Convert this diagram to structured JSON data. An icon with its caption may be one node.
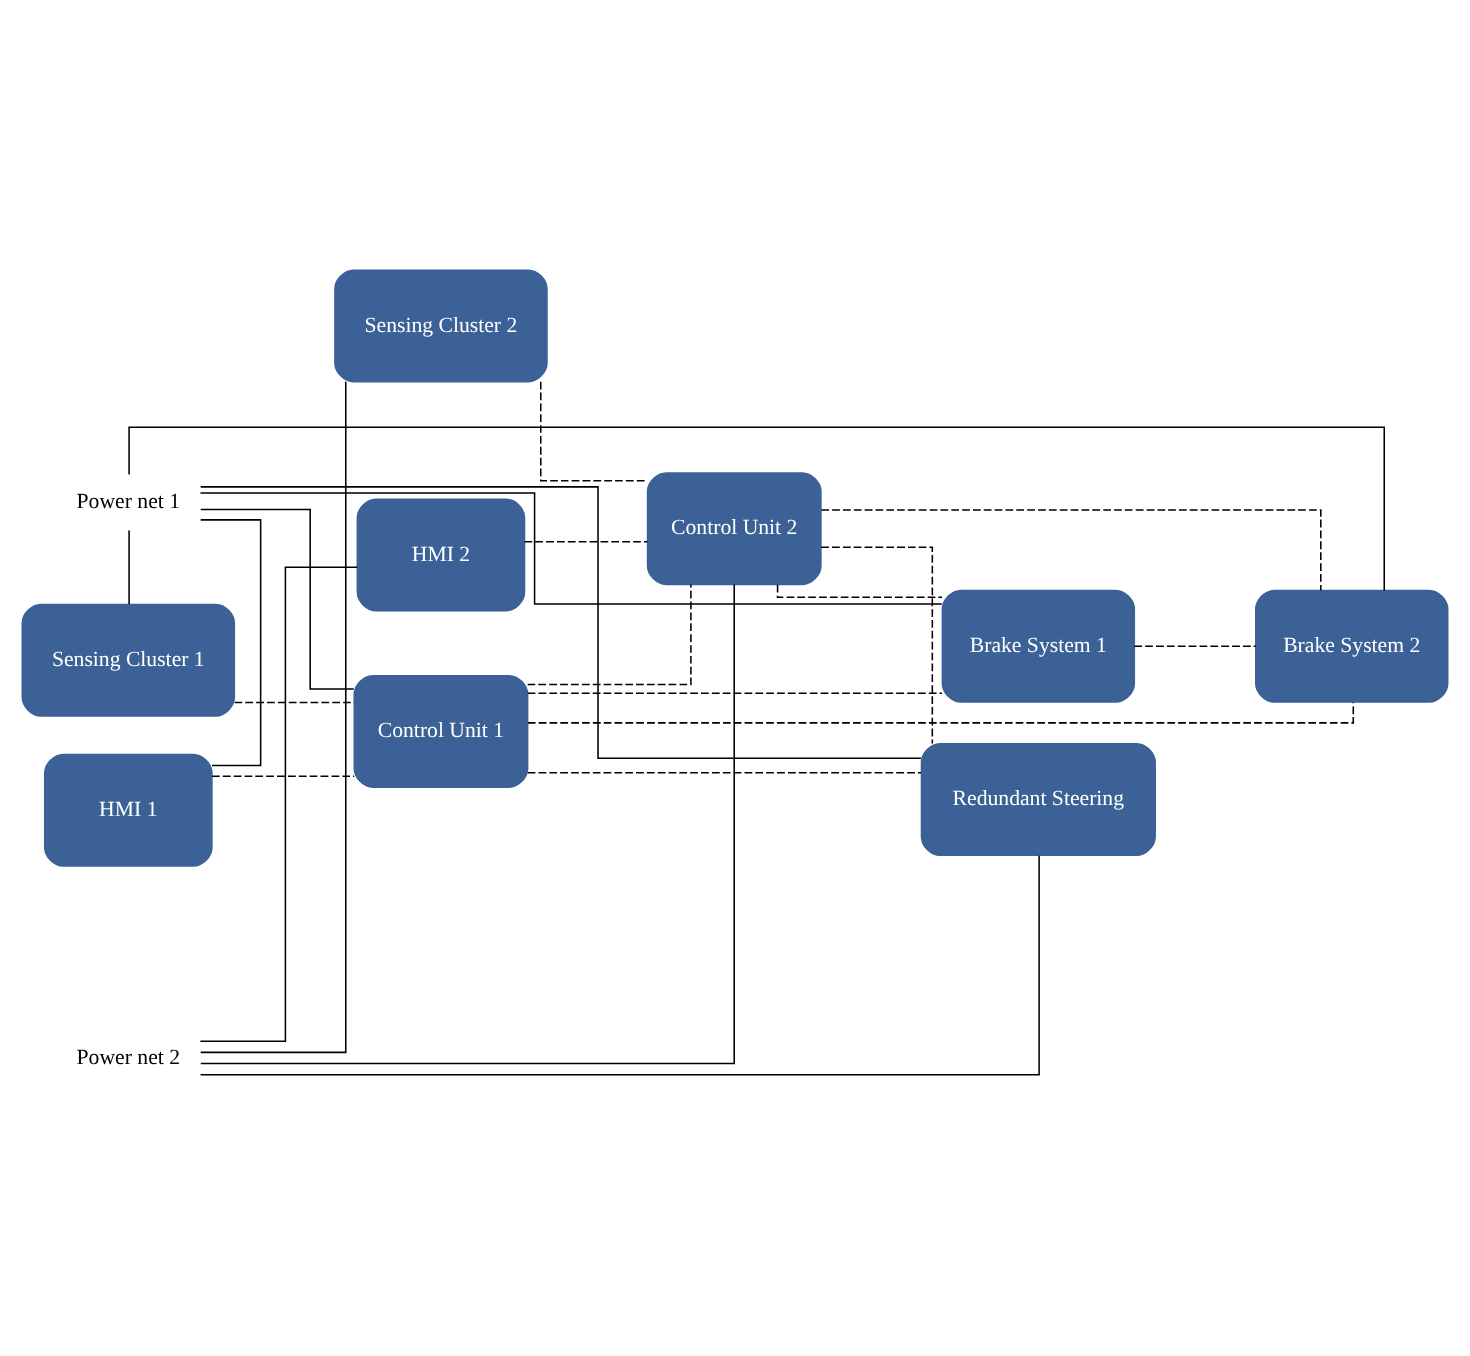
{
  "diagram": {
    "nodes": [
      {
        "text": [
          "Power net 1"
        ]
      },
      {
        "text": [
          "Sensing Cluster 1"
        ]
      },
      {
        "text": [
          "HMI 1"
        ]
      },
      {
        "text": [
          "Control Unit 1"
        ]
      },
      {
        "text": [
          "Brake System 1"
        ]
      },
      {
        "text": [
          "Brake System 2"
        ]
      },
      {
        "text": [
          "Sensing Cluster 2"
        ]
      },
      {
        "text": [
          "HMI 2"
        ]
      },
      {
        "text": [
          "Control Unit 2"
        ]
      },
      {
        "text": [
          "Redundant Steering"
        ]
      },
      {
        "text": [
          "Power net 2"
        ]
      }
    ],
    "edges": [
      {
        "from": 0,
        "to": 1,
        "arrow": "none"
      },
      {
        "from": 0,
        "to": 2,
        "arrow": "none"
      },
      {
        "from": 0,
        "to": 3,
        "arrow": "none"
      },
      {
        "from": 0,
        "to": 4,
        "arrow": "none"
      },
      {
        "from": 0,
        "to": 5,
        "arrow": "none"
      },
      {
        "from": 0,
        "to": 9,
        "arrow": "none"
      },
      {
        "from": 10,
        "to": 6,
        "arrow": "none"
      },
      {
        "from": 10,
        "to": 7,
        "arrow": "none"
      },
      {
        "from": 10,
        "to": 8,
        "arrow": "none"
      },
      {
        "from": 10,
        "to": 9,
        "arrow": "none"
      },
      {
        "from": 1,
        "to": 3,
        "arrow": "none",
        "style": "dashed"
      },
      {
        "from": 2,
        "to": 3,
        "arrow": "none",
        "style": "dashed"
      },
      {
        "from": 3,
        "to": 4,
        "arrow": "none",
        "style": "dashed"
      },
      {
        "from": 3,
        "to": 5,
        "arrow": "none",
        "style": "dashed"
      },
      {
        "from": 4,
        "to": 5,
        "arrow": "none",
        "style": "dashed"
      },
      {
        "from": 3,
        "to": 8,
        "arrow": "none",
        "style": "dashed"
      },
      {
        "from": 3,
        "to": 9,
        "arrow": "none",
        "style": "dashed"
      },
      {
        "from": 6,
        "to": 8,
        "arrow": "none",
        "style": "dashed"
      },
      {
        "from": 7,
        "to": 8,
        "arrow": "none",
        "style": "dashed"
      },
      {
        "from": 8,
        "to": 4,
        "arrow": "none",
        "style": "dashed"
      },
      {
        "from": 8,
        "to": 5,
        "arrow": "none",
        "style": "dashed"
      },
      {
        "from": 8,
        "to": 9,
        "arrow": "none",
        "style": "dashed"
      }
    ]
  }
}
